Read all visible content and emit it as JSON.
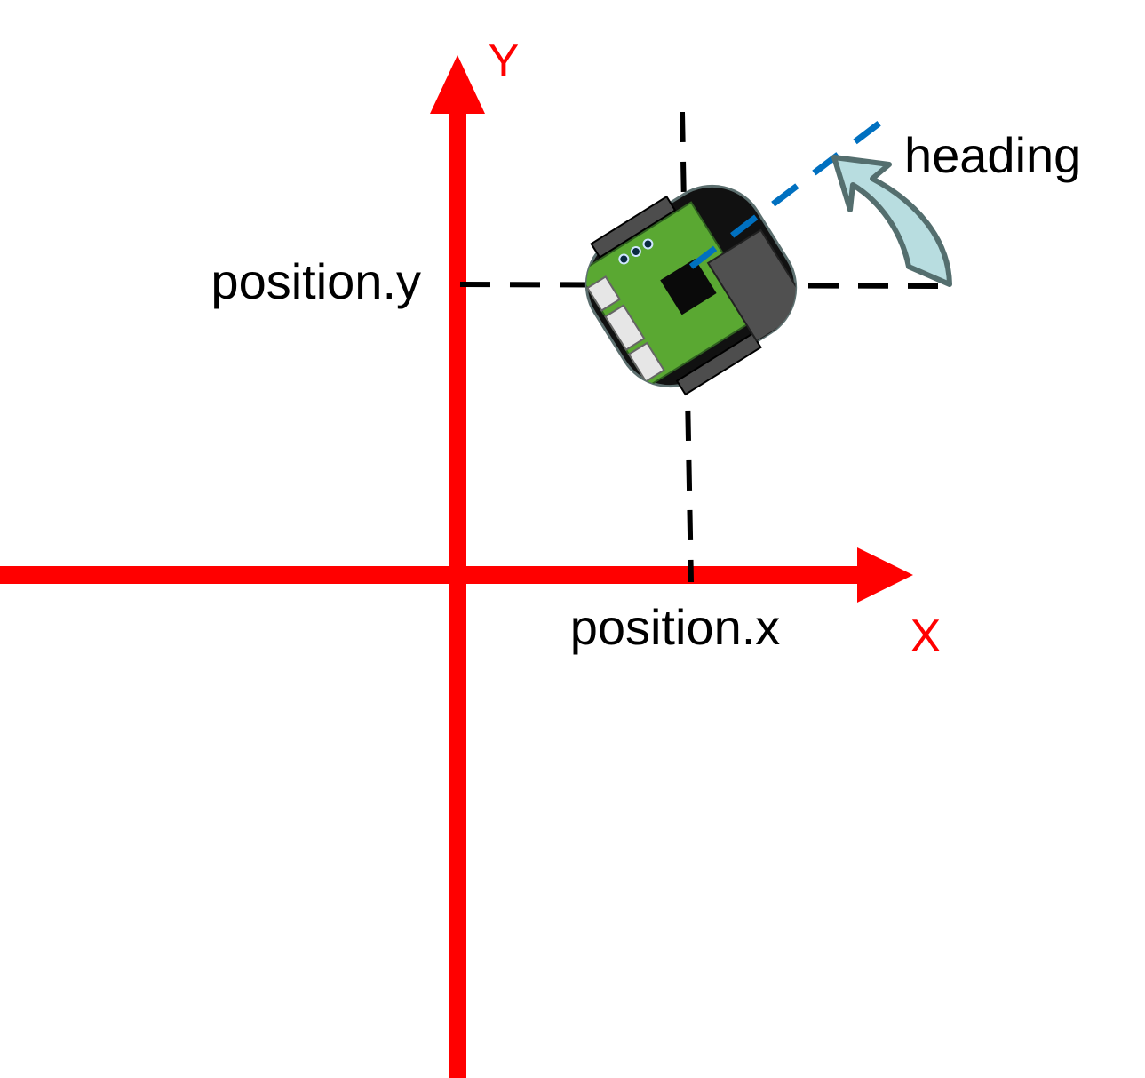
{
  "axes": {
    "x_label": "X",
    "y_label": "Y",
    "color": "#ff0000"
  },
  "labels": {
    "position_x": "position.x",
    "position_y": "position.y",
    "heading": "heading"
  },
  "colors": {
    "guide_lines": "#000000",
    "heading_line": "#0070c0",
    "heading_arrow_fill": "#b8dde0",
    "heading_arrow_stroke": "#546e6e",
    "robot_body": "#111111",
    "robot_board": "#5aa832",
    "robot_wheels": "#4d4d4d",
    "robot_ports": "#e6e6e6"
  },
  "icons": {
    "robot": "robot-car-icon",
    "heading_arrow": "curved-arrow-icon"
  }
}
